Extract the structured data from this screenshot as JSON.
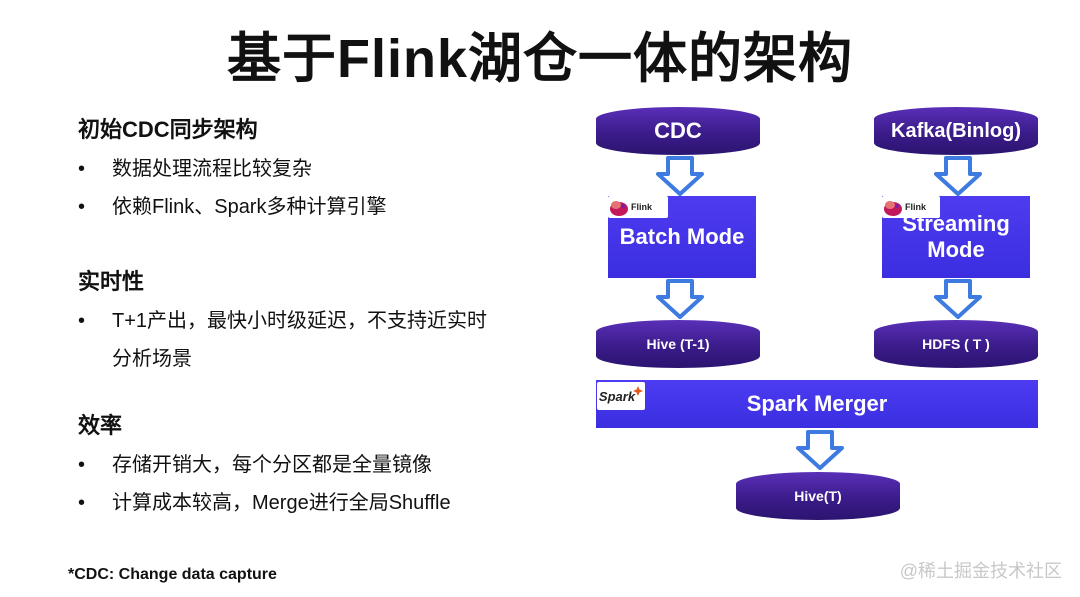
{
  "title": "基于Flink湖仓一体的架构",
  "sections": [
    {
      "heading": "初始CDC同步架构",
      "bullets": [
        "数据处理流程比较复杂",
        "依赖Flink、Spark多种计算引擎"
      ]
    },
    {
      "heading": "实时性",
      "bullets": [
        "T+1产出，最快小时级延迟，不支持近实时",
        "分析场景"
      ]
    },
    {
      "heading": "效率",
      "bullets": [
        "存储开销大，每个分区都是全量镜像",
        "计算成本较高，Merge进行全局Shuffle"
      ]
    }
  ],
  "bullet_char": "•",
  "footnote": "*CDC: Change data capture",
  "watermark": "@稀土掘金技术社区",
  "diagram": {
    "cdc": "CDC",
    "kafka": "Kafka(Binlog)",
    "batch_line1": "Batch Mode",
    "streaming_line1": "Streaming",
    "streaming_line2": "Mode",
    "hive_t1": "Hive (T-1)",
    "hdfs_t": "HDFS ( T )",
    "spark_merger": "Spark Merger",
    "hive_t": "Hive(T)",
    "flink_logo_text": "Flink",
    "spark_logo_text": "Spark"
  },
  "colors": {
    "cylinder": "#3b1c8a",
    "box": "#4436e8",
    "arrow_stroke": "#3d7be0"
  }
}
